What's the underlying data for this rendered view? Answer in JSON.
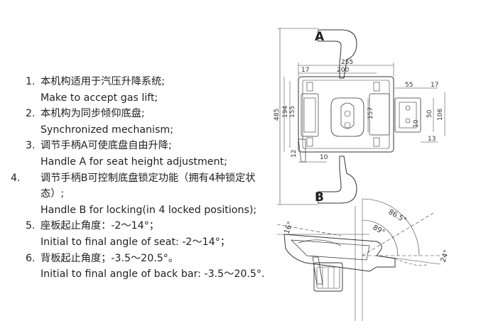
{
  "specs": [
    {
      "num": "1.",
      "zh": "本机构适用于汽压升降系统;",
      "en": "Make to accept gas lift;"
    },
    {
      "num": "2.",
      "zh": "本机构为同步倾仰底盘;",
      "en": "Synchronized mechanism;"
    },
    {
      "num": "3.",
      "zh": "调节手柄A可使底盘自由升降;",
      "en": "Handle A for seat height adjustment;"
    },
    {
      "num": "4.",
      "zh": "调节手柄B可控制底盘锁定功能（拥有4种锁定状态）;",
      "en": "Handle B for locking(in 4 locked positions);"
    },
    {
      "num": "5.",
      "zh": "座板起止角度：-2～14°；",
      "en": "Initial to final angle of seat: -2～14°；"
    },
    {
      "num": "6.",
      "zh": "背板起止角度；-3.5～20.5°。",
      "en": "Initial to final angle of back bar: -3.5～20.5°."
    }
  ],
  "top_drawing": {
    "handle_a": "A",
    "handle_b": "B",
    "dims": {
      "d255": "255",
      "d200": "200",
      "d17_left": "17",
      "d485": "485",
      "d194": "194",
      "d155": "155",
      "d157": "157",
      "d12": "12",
      "d10_bottom": "10",
      "d55": "55",
      "d17_right": "17",
      "d50": "50",
      "d10_right": "10",
      "d106": "106",
      "d13": "13"
    }
  },
  "side_drawing": {
    "angles": {
      "a865": "86.5°",
      "a89": "89°",
      "a16": "16°",
      "a24": "24°"
    }
  }
}
